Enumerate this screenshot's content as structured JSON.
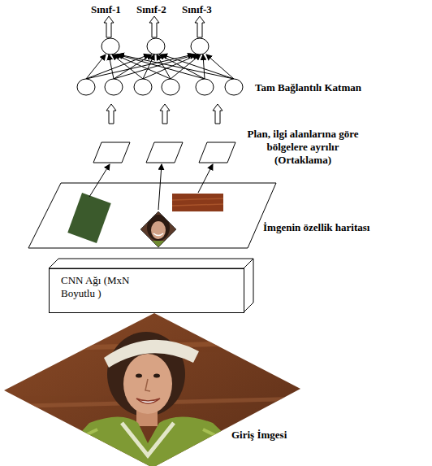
{
  "diagram": {
    "nodes": [
      {
        "text": [
          "CNN Ağı (MxN Boyutlu )"
        ]
      }
    ],
    "labels": [
      "Sınıf-1",
      "Sınıf-2",
      "Sınıf-3",
      "Tam Bağlantılı Katman",
      "Plan, ilgi alanlarına göre bölgelere ayrılır (Ortaklama)",
      "İmgenin özellik haritası",
      "Giriş İmgesi"
    ]
  }
}
